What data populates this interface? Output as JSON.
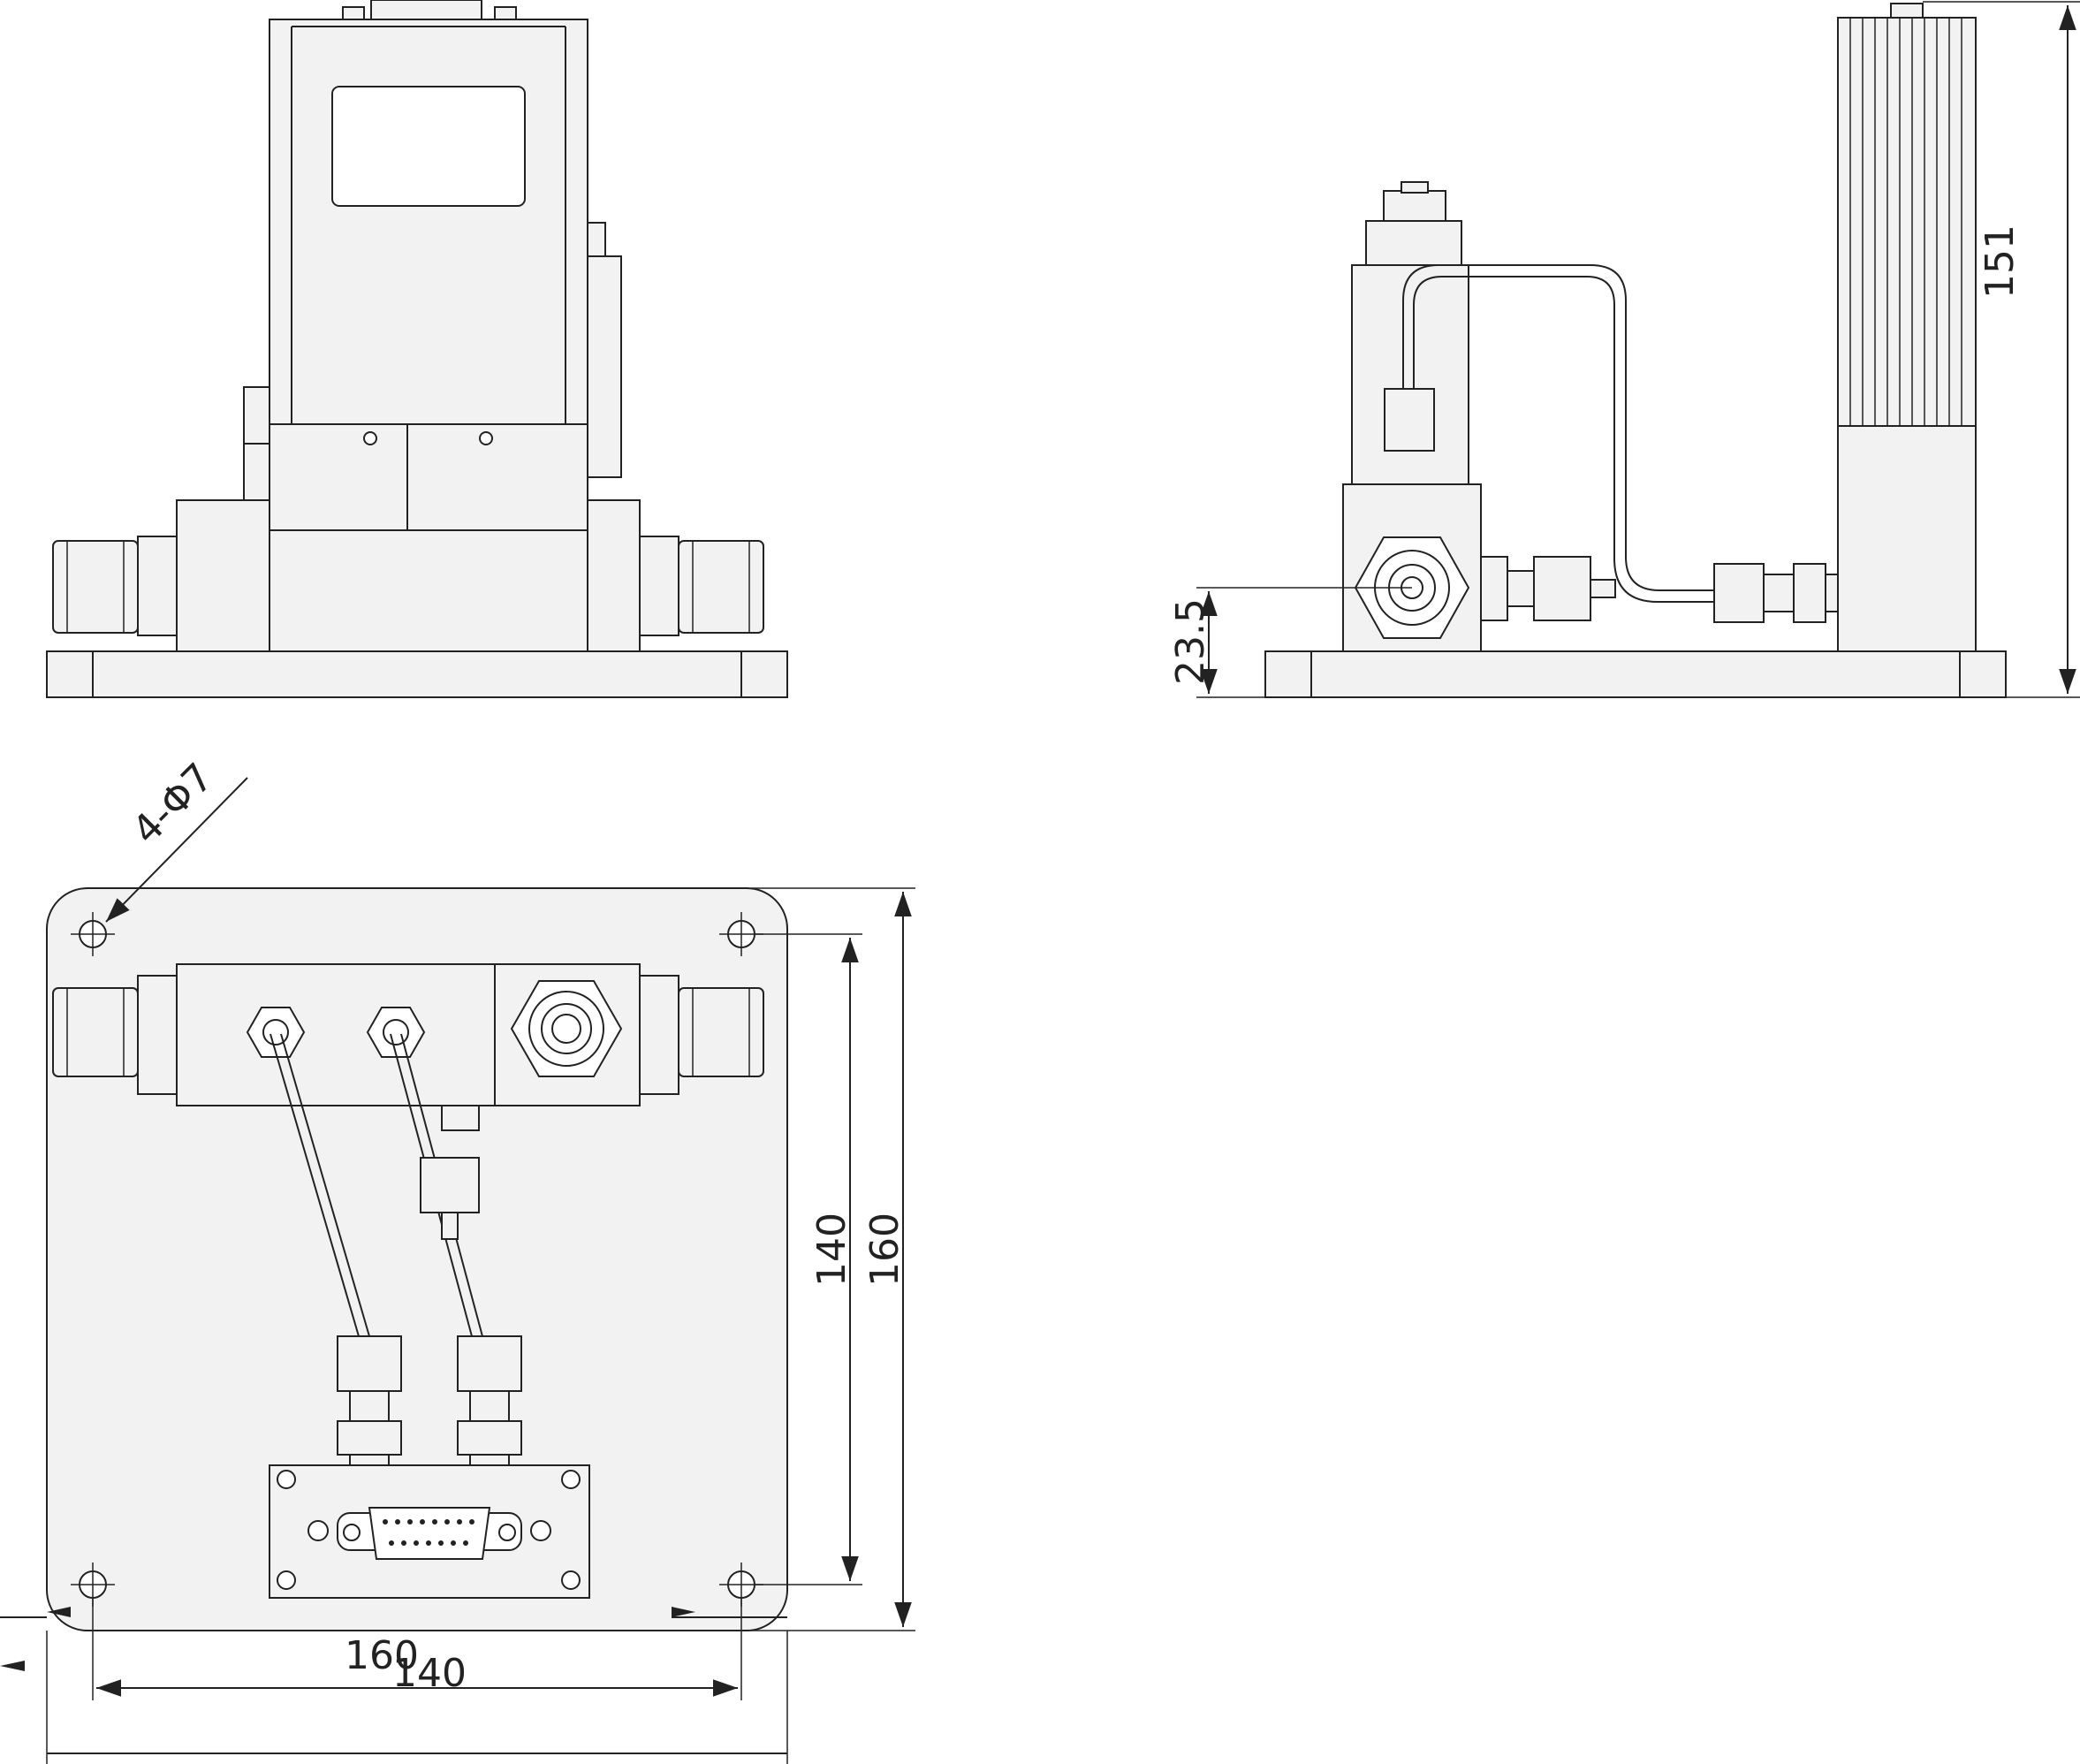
{
  "dimensions": {
    "overall_height": "151",
    "inlet_center_height": "23.5",
    "hole_callout": "4-Φ7",
    "base_length_outer": "160",
    "base_width_outer": "160",
    "hole_spacing_x": "140",
    "hole_spacing_y": "140"
  }
}
